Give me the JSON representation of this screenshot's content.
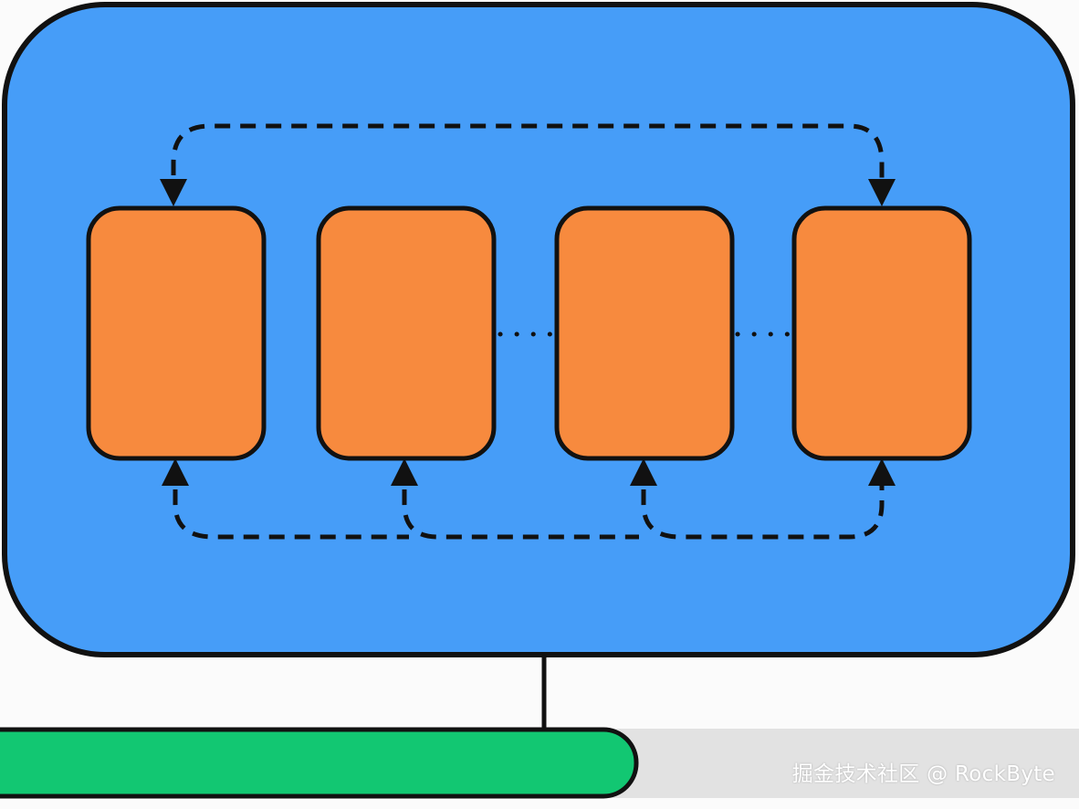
{
  "diagram": {
    "colors": {
      "panel": "#469df8",
      "block": "#f78a3e",
      "outline": "#111111",
      "progress_fill": "#12c772",
      "progress_track": "#e2e2e2"
    },
    "blocks": [
      {
        "id": "block-1"
      },
      {
        "id": "block-2"
      },
      {
        "id": "block-3"
      },
      {
        "id": "block-4"
      }
    ],
    "progress_fraction": 0.59
  },
  "watermark": "掘金技术社区 @ RockByte"
}
